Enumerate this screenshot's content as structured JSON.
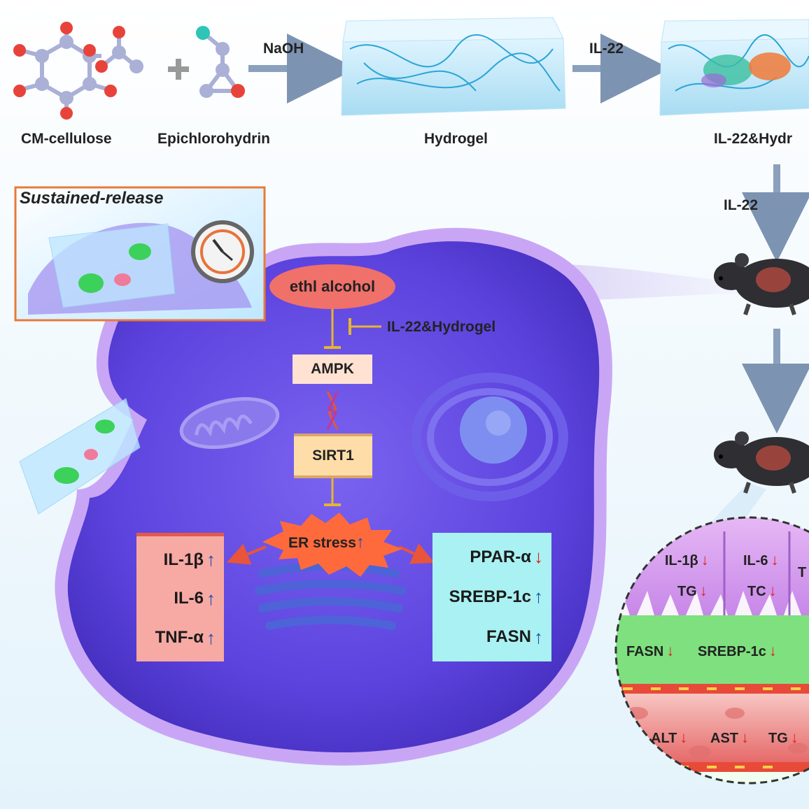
{
  "top_row": {
    "reagent1": "CM-cellulose",
    "reagent2": "Epichlorohydrin",
    "plus": "+",
    "arrow1_label": "NaOH",
    "product1": "Hydrogel",
    "arrow2_label": "IL-22",
    "product2": "IL-22&Hydr"
  },
  "right_flow": {
    "arrow_label": "IL-22"
  },
  "inset": {
    "title": "Sustained-release"
  },
  "pathway": {
    "trigger": "ethl alcohol",
    "inhibitor": "IL-22&Hydrogel",
    "node1": "AMPK",
    "node2": "SIRT1",
    "stress": "ER stress"
  },
  "inflammation_box": {
    "items": [
      {
        "label": "IL-1β",
        "trend": "up"
      },
      {
        "label": "IL-6",
        "trend": "up"
      },
      {
        "label": "TNF-α",
        "trend": "up"
      }
    ]
  },
  "lipid_box": {
    "items": [
      {
        "label": "PPAR-α",
        "trend": "down"
      },
      {
        "label": "SREBP-1c",
        "trend": "up"
      },
      {
        "label": "FASN",
        "trend": "up"
      }
    ]
  },
  "zoom": {
    "villi_row1": [
      {
        "label": "IL-1β",
        "trend": "down"
      },
      {
        "label": "IL-6",
        "trend": "down"
      },
      {
        "label": "T",
        "trend": ""
      }
    ],
    "villi_row2": [
      {
        "label": "TG",
        "trend": "down"
      },
      {
        "label": "TC",
        "trend": "down"
      }
    ],
    "tissue_row": [
      {
        "label": "FASN",
        "trend": "down"
      },
      {
        "label": "SREBP-1c",
        "trend": "down"
      }
    ],
    "blood_row": [
      {
        "label": "ALT",
        "trend": "down"
      },
      {
        "label": "AST",
        "trend": "down"
      },
      {
        "label": "TG",
        "trend": "down"
      }
    ]
  },
  "colors": {
    "cell": "#6a52e6",
    "cell_dark": "#4a34c4",
    "membrane": "#c9a6f5",
    "atom_red": "#e8433a",
    "atom_gray": "#aab0d6",
    "atom_teal": "#2ec4b6",
    "flow_arrow": "#8aa0bc",
    "inhibit": "#e6b530",
    "stress_fill": "#ff6a3d",
    "inflam_box": "#f7a9a3",
    "lipid_box": "#a9f1f2",
    "pathway_box": "#ffe2d2",
    "mouse": "#2e2e33",
    "up_arrow": "#1a4fb0",
    "down_arrow": "#e02020"
  }
}
